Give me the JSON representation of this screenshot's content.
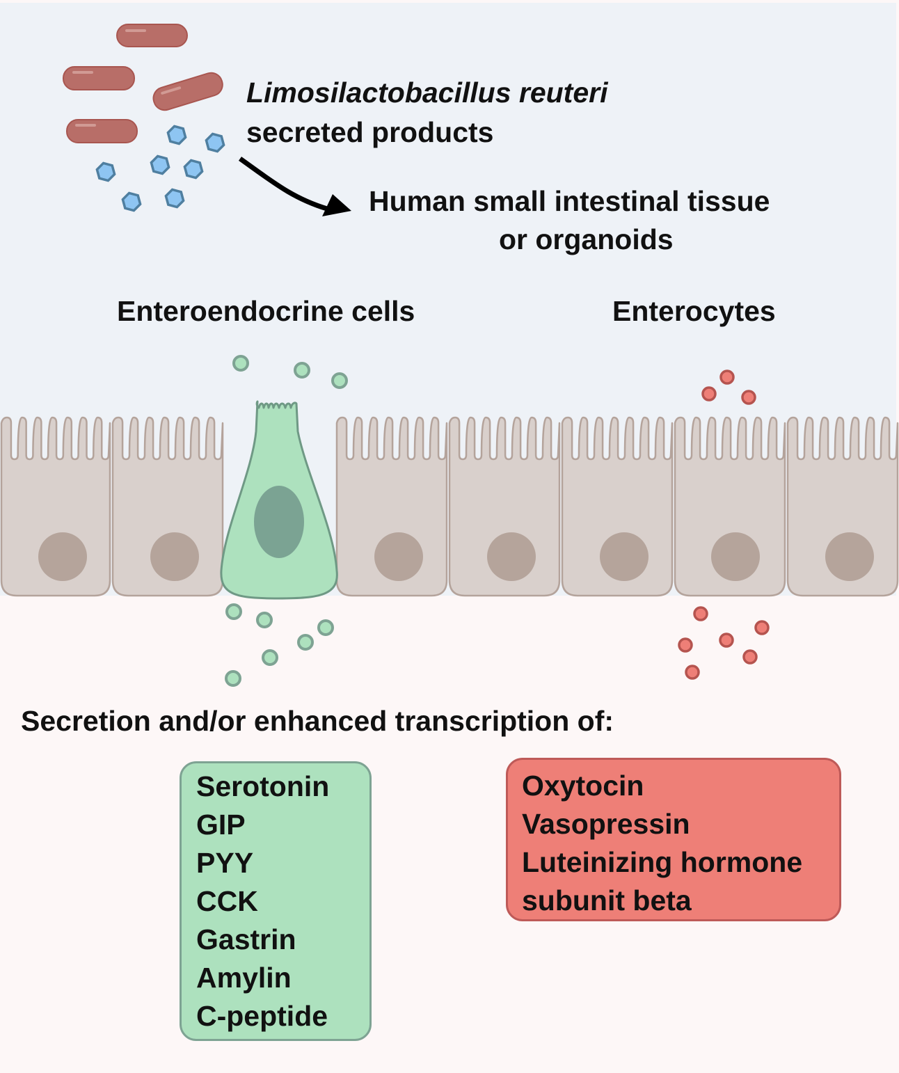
{
  "source": {
    "organism_name": "Limosilactobacillus reuteri",
    "description": "secreted products",
    "icons": [
      "bacterium-rod-icon",
      "secreted-molecule-hexagon-icon"
    ]
  },
  "target": {
    "line1": "Human small intestinal tissue",
    "line2": "or organoids"
  },
  "cell_types": {
    "enteroendocrine": "Enteroendocrine cells",
    "enterocytes": "Enterocytes"
  },
  "secretion": {
    "heading": "Secretion and/or enhanced transcription of:",
    "enteroendocrine_products": [
      "Serotonin",
      "GIP",
      "PYY",
      "CCK",
      "Gastrin",
      "Amylin",
      "C-peptide"
    ],
    "enterocyte_products": [
      "Oxytocin",
      "Vasopressin",
      "Luteinizing hormone",
      "subunit beta"
    ]
  },
  "colors": {
    "lumen_bg": "#EEF2F7",
    "tissue_bg": "#FDF7F7",
    "bacteria": "#B86E68",
    "molecule": "#8EC5F2",
    "enteroendocrine": "#ADE1BE",
    "enteroendocrine_nucleus": "#7BA393",
    "enterocyte": "#D9D0CC",
    "enterocyte_nucleus": "#B5A49B",
    "hormone_red": "#EE7F77"
  }
}
